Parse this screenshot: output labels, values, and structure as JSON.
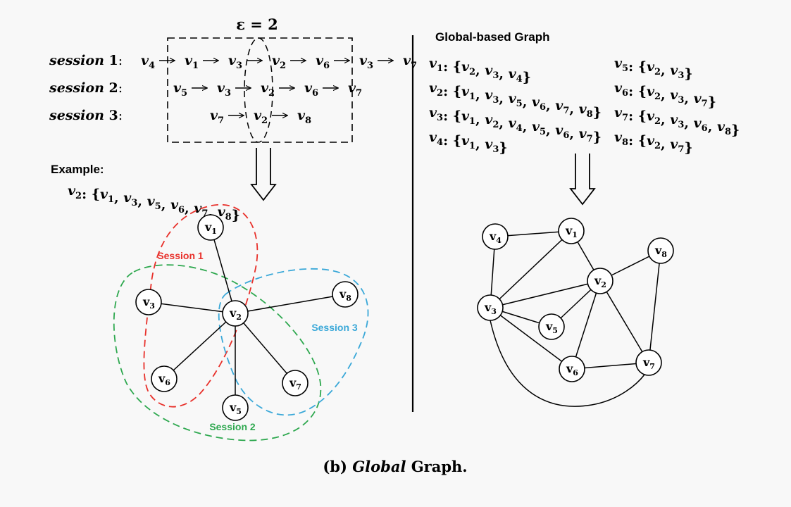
{
  "epsilon_label": "ε = 2",
  "sessions": [
    {
      "label_word": "session",
      "label_num": "1",
      "prefix": [
        "v4"
      ],
      "window": [
        "v1",
        "v3",
        "v2",
        "v6",
        "v3"
      ],
      "suffix": [
        "v7"
      ]
    },
    {
      "label_word": "session",
      "label_num": "2",
      "prefix": [],
      "window": [
        "v5",
        "v3",
        "v2",
        "v6",
        "v7"
      ],
      "suffix": []
    },
    {
      "label_word": "session",
      "label_num": "3",
      "prefix": [],
      "window": [
        "v7",
        "v2",
        "v8"
      ],
      "suffix": []
    }
  ],
  "example": {
    "title": "Example:",
    "node": "v2",
    "neighbors": [
      "v1",
      "v3",
      "v5",
      "v6",
      "v7",
      "v8"
    ]
  },
  "example_graph": {
    "center": "v2",
    "nodes": [
      "v1",
      "v3",
      "v8",
      "v2",
      "v6",
      "v7",
      "v5"
    ],
    "edges": [
      [
        "v2",
        "v1"
      ],
      [
        "v2",
        "v3"
      ],
      [
        "v2",
        "v8"
      ],
      [
        "v2",
        "v6"
      ],
      [
        "v2",
        "v7"
      ],
      [
        "v2",
        "v5"
      ]
    ],
    "session_regions": [
      {
        "label": "Session 1",
        "color": "#e8302a"
      },
      {
        "label": "Session 2",
        "color": "#2ea84f"
      },
      {
        "label": "Session 3",
        "color": "#3aa8d8"
      }
    ]
  },
  "global_panel": {
    "title": "Global-based Graph",
    "adjacency": [
      {
        "node": "v1",
        "neighbors": [
          "v2",
          "v3",
          "v4"
        ]
      },
      {
        "node": "v2",
        "neighbors": [
          "v1",
          "v3",
          "v5",
          "v6",
          "v7",
          "v8"
        ]
      },
      {
        "node": "v3",
        "neighbors": [
          "v1",
          "v2",
          "v4",
          "v5",
          "v6",
          "v7"
        ]
      },
      {
        "node": "v4",
        "neighbors": [
          "v1",
          "v3"
        ]
      },
      {
        "node": "v5",
        "neighbors": [
          "v2",
          "v3"
        ]
      },
      {
        "node": "v6",
        "neighbors": [
          "v2",
          "v3",
          "v7"
        ]
      },
      {
        "node": "v7",
        "neighbors": [
          "v2",
          "v3",
          "v6",
          "v8"
        ]
      },
      {
        "node": "v8",
        "neighbors": [
          "v2",
          "v7"
        ]
      }
    ]
  },
  "global_graph": {
    "nodes": [
      "v4",
      "v1",
      "v8",
      "v2",
      "v3",
      "v5",
      "v7",
      "v6"
    ],
    "edges": [
      [
        "v4",
        "v1"
      ],
      [
        "v4",
        "v3"
      ],
      [
        "v1",
        "v3"
      ],
      [
        "v1",
        "v2"
      ],
      [
        "v3",
        "v2"
      ],
      [
        "v3",
        "v5"
      ],
      [
        "v3",
        "v6"
      ],
      [
        "v2",
        "v5"
      ],
      [
        "v2",
        "v6"
      ],
      [
        "v2",
        "v7"
      ],
      [
        "v2",
        "v8"
      ],
      [
        "v8",
        "v7"
      ],
      [
        "v6",
        "v7"
      ],
      [
        "v3",
        "v7"
      ]
    ]
  },
  "caption": {
    "prefix": "(b)",
    "italic": "Global",
    "suffix": "Graph."
  }
}
